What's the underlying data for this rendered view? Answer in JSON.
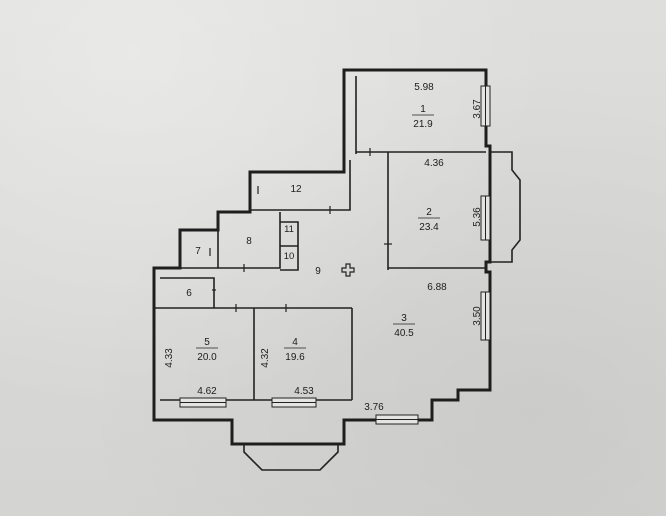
{
  "rooms": [
    {
      "id": "1",
      "area": "21.9"
    },
    {
      "id": "2",
      "area": "23.4"
    },
    {
      "id": "3",
      "area": "40.5"
    },
    {
      "id": "4",
      "area": "19.6"
    },
    {
      "id": "5",
      "area": "20.0"
    },
    {
      "id": "6",
      "area": ""
    },
    {
      "id": "7",
      "area": ""
    },
    {
      "id": "8",
      "area": ""
    },
    {
      "id": "9",
      "area": ""
    },
    {
      "id": "10",
      "area": ""
    },
    {
      "id": "11",
      "area": ""
    },
    {
      "id": "12",
      "area": ""
    }
  ],
  "dimensions": {
    "room1_width": "5.98",
    "room1_depth": "3.67",
    "room2_width": "4.36",
    "room2_depth": "5.36",
    "room3_width": "6.88",
    "room3_depth": "3.50",
    "room3_bottom": "3.76",
    "room4_depth": "4.32",
    "room4_width": "4.53",
    "room5_depth": "4.33",
    "room5_width": "4.62"
  },
  "colors": {
    "paper": "#d9d9d7",
    "ink": "#1e1e1e"
  }
}
